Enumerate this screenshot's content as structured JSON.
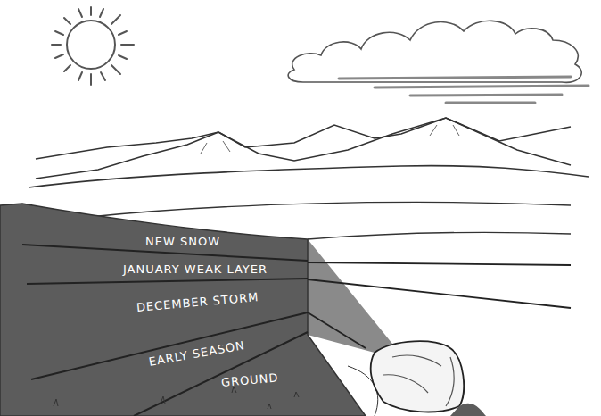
{
  "diagram": {
    "labels": [
      "NEW SNOW",
      "JANUARY WEAK LAYER",
      "DECEMBER STORM",
      "EARLY SEASON",
      "GROUND"
    ]
  }
}
